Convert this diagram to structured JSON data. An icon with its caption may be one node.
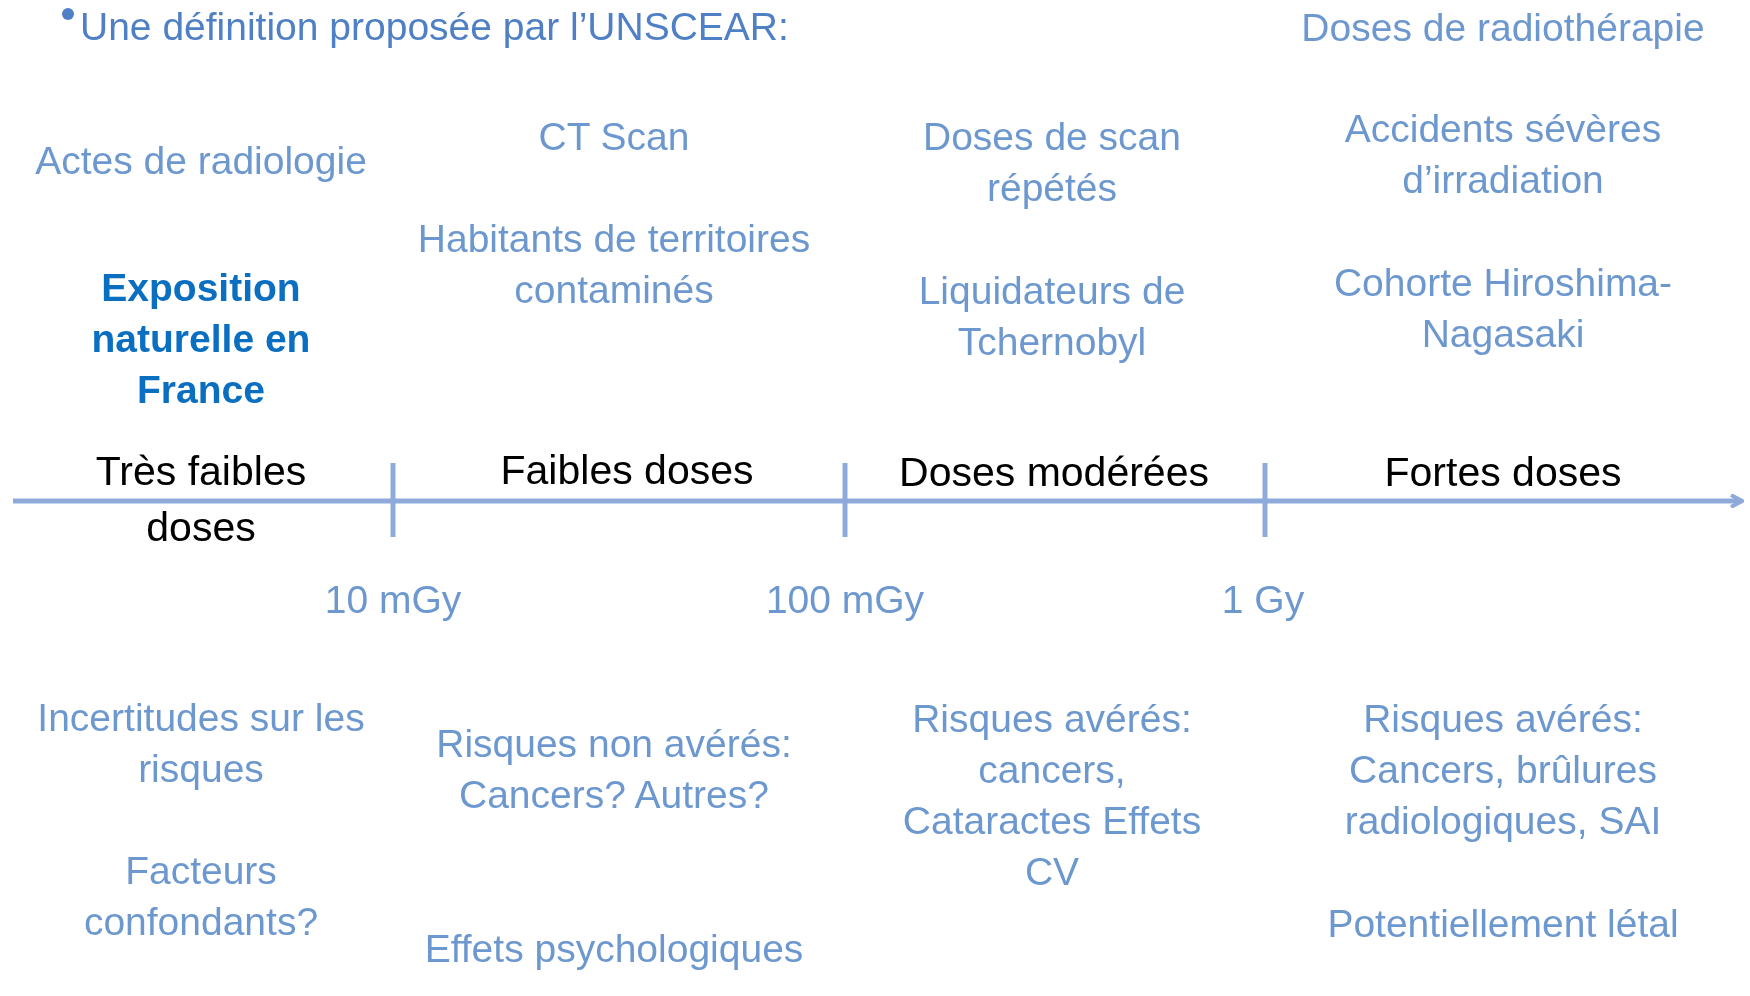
{
  "diagram": {
    "labels": [
      "Une définition proposée par l’UNSCEAR:",
      "Doses de radiothérapie",
      "Actes de radiologie",
      "CT Scan",
      "Doses de scan répétés",
      "Accidents sévères d’irradiation",
      "Exposition naturelle en France",
      "Habitants de territoires contaminés",
      "Liquidateurs de Tchernobyl",
      "Cohorte Hiroshima-Nagasaki",
      "Très faibles doses",
      "Faibles doses",
      "Doses modérées",
      "Fortes doses",
      "10 mGy",
      "100 mGy",
      "1 Gy",
      "Incertitudes sur les risques",
      "Risques non avérés: Cancers? Autres?",
      "Risques avérés: cancers, Cataractes Effets CV",
      "Risques avérés: Cancers, brûlures radiologiques, SAI",
      "Facteurs confondants?",
      "Effets psychologiques",
      "Potentiellement létal"
    ]
  }
}
